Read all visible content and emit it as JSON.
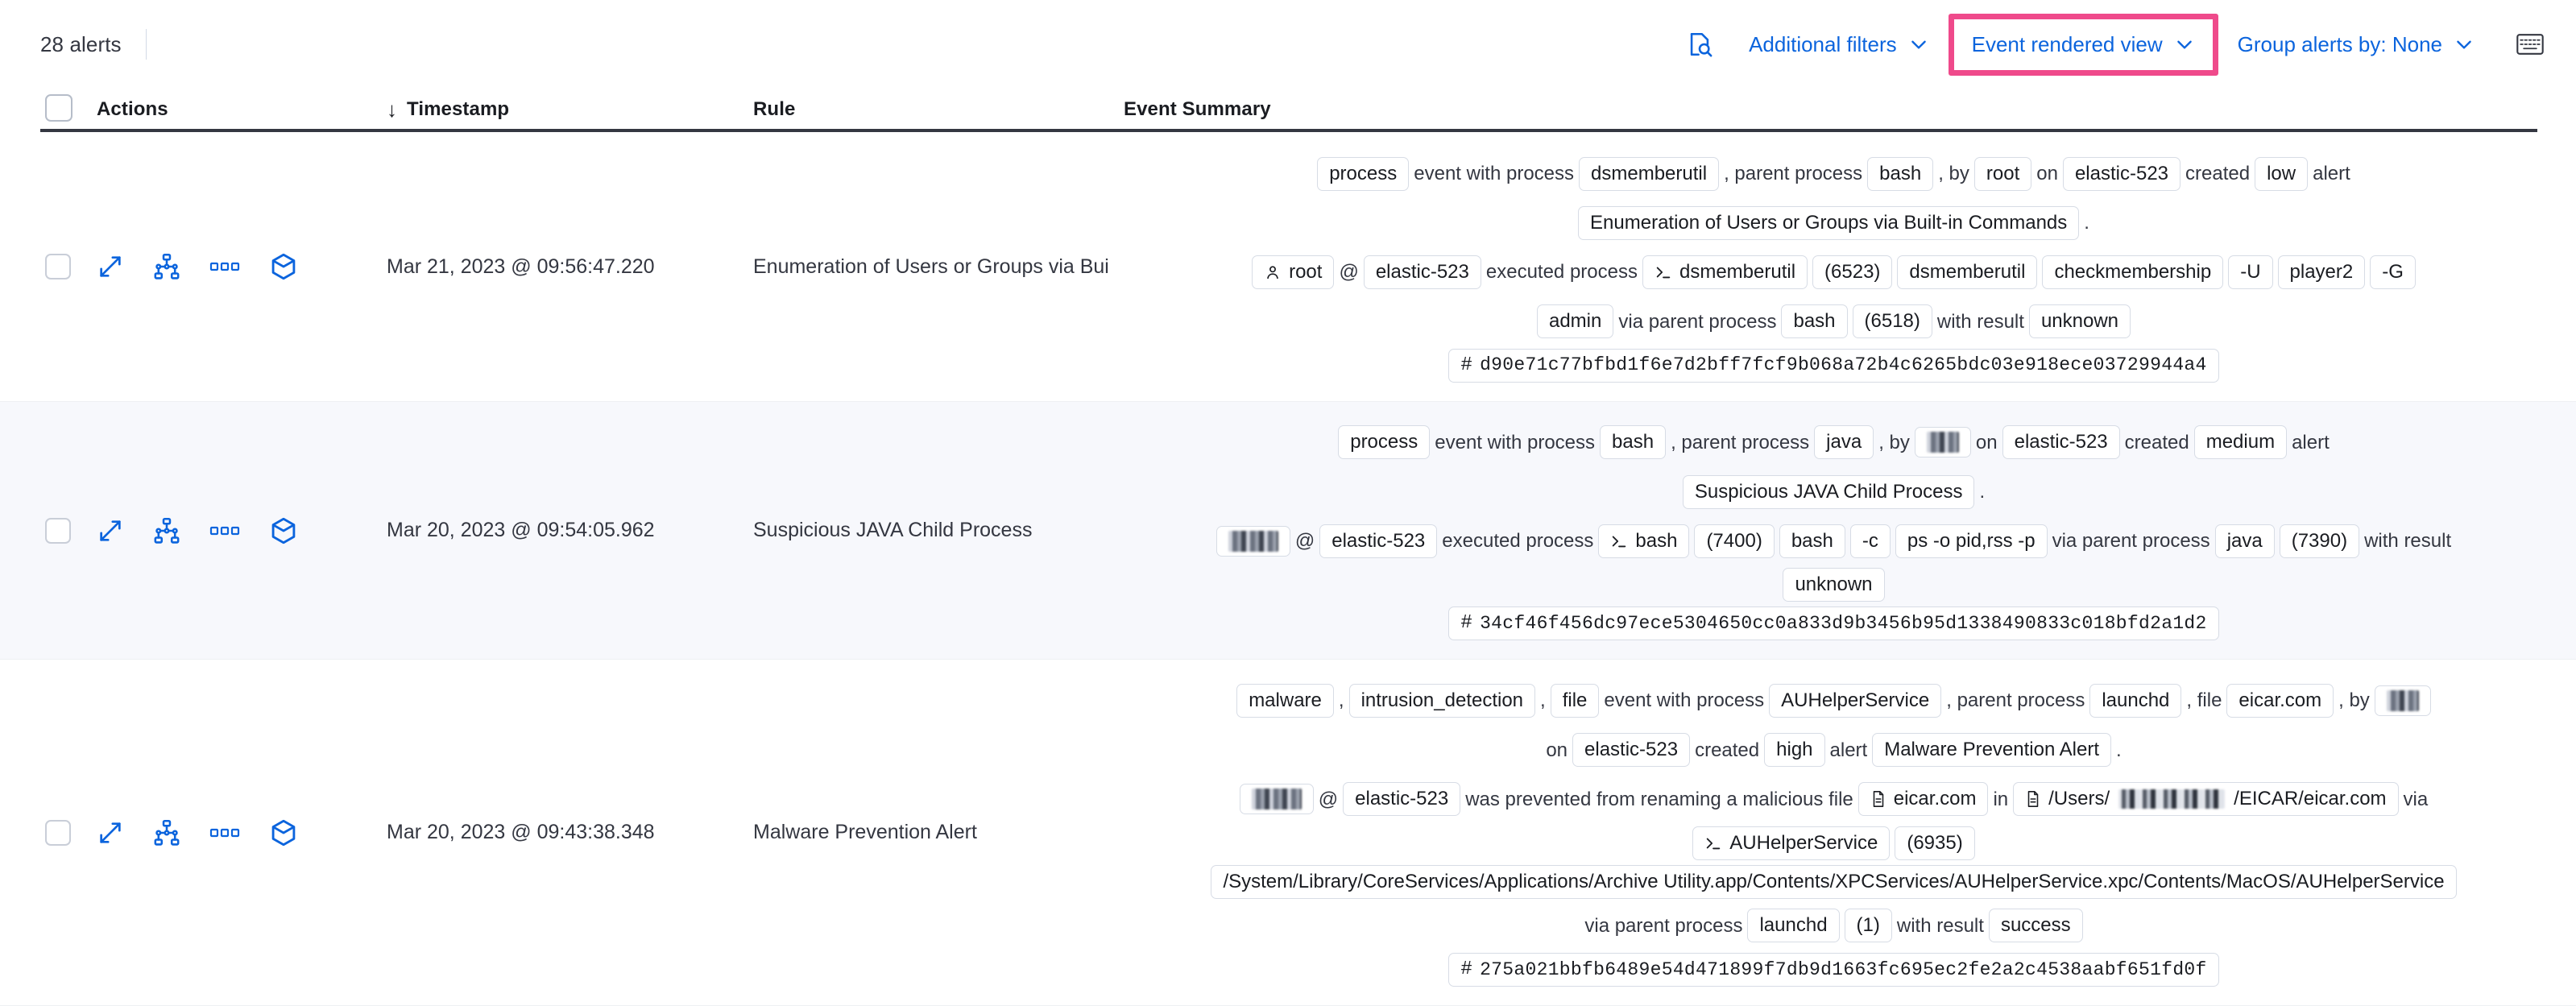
{
  "toolbar": {
    "alerts_count": "28 alerts",
    "inspect_icon": "inspect-icon",
    "additional_filters_label": "Additional filters",
    "event_rendered_view_label": "Event rendered view",
    "group_alerts_label": "Group alerts by: None",
    "keyboard_icon": "keyboard-icon",
    "highlight_color": "#ef4a8b",
    "link_color": "#0b64dd"
  },
  "table": {
    "headers": {
      "actions": "Actions",
      "timestamp": "Timestamp",
      "rule": "Rule",
      "event_summary": "Event Summary",
      "sort_arrow": "↓"
    },
    "row_actions": [
      "expand-icon",
      "session-view-icon",
      "more-actions-icon",
      "analyzer-cube-icon"
    ],
    "rows": [
      {
        "timestamp": "Mar 21, 2023 @ 09:56:47.220",
        "rule": "Enumeration of Users or Groups via Bui",
        "summary_lines": [
          [
            {
              "t": "chip",
              "v": "process"
            },
            {
              "t": "text",
              "v": "event with process"
            },
            {
              "t": "chip",
              "v": "dsmemberutil"
            },
            {
              "t": "text",
              "v": ", parent process"
            },
            {
              "t": "chip",
              "v": "bash"
            },
            {
              "t": "text",
              "v": ", by"
            },
            {
              "t": "chip",
              "v": "root"
            },
            {
              "t": "text",
              "v": "on"
            },
            {
              "t": "chip",
              "v": "elastic-523"
            },
            {
              "t": "text",
              "v": "created"
            },
            {
              "t": "chip",
              "v": "low"
            },
            {
              "t": "text",
              "v": "alert"
            }
          ],
          [
            {
              "t": "chip",
              "v": "Enumeration of Users or Groups via Built-in Commands"
            },
            {
              "t": "text",
              "v": "."
            }
          ],
          [
            {
              "t": "chip",
              "v": "root",
              "icon": "user-icon"
            },
            {
              "t": "text",
              "v": "@"
            },
            {
              "t": "chip",
              "v": "elastic-523"
            },
            {
              "t": "text",
              "v": "executed process"
            },
            {
              "t": "chip",
              "v": "dsmemberutil",
              "icon": "console-icon"
            },
            {
              "t": "chip",
              "v": "(6523)"
            },
            {
              "t": "chip",
              "v": "dsmemberutil"
            },
            {
              "t": "chip",
              "v": "checkmembership"
            },
            {
              "t": "chip",
              "v": "-U"
            },
            {
              "t": "chip",
              "v": "player2"
            },
            {
              "t": "chip",
              "v": "-G"
            }
          ],
          [
            {
              "t": "chip",
              "v": "admin"
            },
            {
              "t": "text",
              "v": "via parent process"
            },
            {
              "t": "chip",
              "v": "bash"
            },
            {
              "t": "chip",
              "v": "(6518)"
            },
            {
              "t": "text",
              "v": "with result"
            },
            {
              "t": "chip",
              "v": "unknown"
            }
          ],
          [
            {
              "t": "chip",
              "v": "d90e71c77bfbd1f6e7d2bff7fcf9b068a72b4c6265bdc03e918ece03729944a4",
              "icon": "hash-icon",
              "style": "hash"
            }
          ]
        ]
      },
      {
        "timestamp": "Mar 20, 2023 @ 09:54:05.962",
        "rule": "Suspicious JAVA Child Process",
        "summary_lines": [
          [
            {
              "t": "chip",
              "v": "process"
            },
            {
              "t": "text",
              "v": "event with process"
            },
            {
              "t": "chip",
              "v": "bash"
            },
            {
              "t": "text",
              "v": ", parent process"
            },
            {
              "t": "chip",
              "v": "java"
            },
            {
              "t": "text",
              "v": ", by"
            },
            {
              "t": "chip",
              "v": "",
              "redact": "w3"
            },
            {
              "t": "text",
              "v": "on"
            },
            {
              "t": "chip",
              "v": "elastic-523"
            },
            {
              "t": "text",
              "v": "created"
            },
            {
              "t": "chip",
              "v": "medium"
            },
            {
              "t": "text",
              "v": "alert"
            }
          ],
          [
            {
              "t": "chip",
              "v": "Suspicious JAVA Child Process"
            },
            {
              "t": "text",
              "v": "."
            }
          ],
          [
            {
              "t": "chip",
              "v": "",
              "redact": "w2"
            },
            {
              "t": "text",
              "v": "@"
            },
            {
              "t": "chip",
              "v": "elastic-523"
            },
            {
              "t": "text",
              "v": "executed process"
            },
            {
              "t": "chip",
              "v": "bash",
              "icon": "console-icon"
            },
            {
              "t": "chip",
              "v": "(7400)"
            },
            {
              "t": "chip",
              "v": "bash"
            },
            {
              "t": "chip",
              "v": "-c"
            },
            {
              "t": "chip",
              "v": "ps -o pid,rss -p"
            },
            {
              "t": "text",
              "v": "via parent process"
            },
            {
              "t": "chip",
              "v": "java"
            },
            {
              "t": "chip",
              "v": "(7390)"
            },
            {
              "t": "text",
              "v": "with result"
            }
          ],
          [
            {
              "t": "chip",
              "v": "unknown"
            }
          ],
          [
            {
              "t": "chip",
              "v": "34cf46f456dc97ece5304650cc0a833d9b3456b95d1338490833c018bfd2a1d2",
              "icon": "hash-icon",
              "style": "hash"
            }
          ]
        ]
      },
      {
        "timestamp": "Mar 20, 2023 @ 09:43:38.348",
        "rule": "Malware Prevention Alert",
        "summary_lines": [
          [
            {
              "t": "chip",
              "v": "malware"
            },
            {
              "t": "text",
              "v": ","
            },
            {
              "t": "chip",
              "v": "intrusion_detection"
            },
            {
              "t": "text",
              "v": ","
            },
            {
              "t": "chip",
              "v": "file"
            },
            {
              "t": "text",
              "v": "event with process"
            },
            {
              "t": "chip",
              "v": "AUHelperService"
            },
            {
              "t": "text",
              "v": ", parent process"
            },
            {
              "t": "chip",
              "v": "launchd"
            },
            {
              "t": "text",
              "v": ", file"
            },
            {
              "t": "chip",
              "v": "eicar.com"
            },
            {
              "t": "text",
              "v": ", by"
            },
            {
              "t": "chip",
              "v": "",
              "redact": "w3"
            }
          ],
          [
            {
              "t": "text",
              "v": "on"
            },
            {
              "t": "chip",
              "v": "elastic-523"
            },
            {
              "t": "text",
              "v": "created"
            },
            {
              "t": "chip",
              "v": "high"
            },
            {
              "t": "text",
              "v": "alert"
            },
            {
              "t": "chip",
              "v": "Malware Prevention Alert"
            },
            {
              "t": "text",
              "v": "."
            }
          ],
          [
            {
              "t": "chip",
              "v": "",
              "redact": "w2"
            },
            {
              "t": "text",
              "v": "@"
            },
            {
              "t": "chip",
              "v": "elastic-523"
            },
            {
              "t": "text",
              "v": "was prevented from renaming a malicious file"
            },
            {
              "t": "chip",
              "v": "eicar.com",
              "icon": "file-icon"
            },
            {
              "t": "text",
              "v": "in"
            },
            {
              "t": "chip",
              "v": "/Users/",
              "icon": "file-icon",
              "suffix": "/EICAR/eicar.com",
              "redact_mid": true
            },
            {
              "t": "text",
              "v": "via"
            }
          ],
          [
            {
              "t": "chip",
              "v": "AUHelperService",
              "icon": "console-icon"
            },
            {
              "t": "chip",
              "v": "(6935)"
            }
          ],
          [
            {
              "t": "chip",
              "v": "/System/Library/CoreServices/Applications/Archive Utility.app/Contents/XPCServices/AUHelperService.xpc/Contents/MacOS/AUHelperService",
              "style": "path"
            }
          ],
          [
            {
              "t": "text",
              "v": "via parent process"
            },
            {
              "t": "chip",
              "v": "launchd"
            },
            {
              "t": "chip",
              "v": "(1)"
            },
            {
              "t": "text",
              "v": "with result"
            },
            {
              "t": "chip",
              "v": "success"
            }
          ],
          [
            {
              "t": "chip",
              "v": "275a021bbfb6489e54d471899f7db9d1663fc695ec2fe2a2c4538aabf651fd0f",
              "icon": "hash-icon",
              "style": "hash"
            }
          ]
        ]
      }
    ]
  }
}
